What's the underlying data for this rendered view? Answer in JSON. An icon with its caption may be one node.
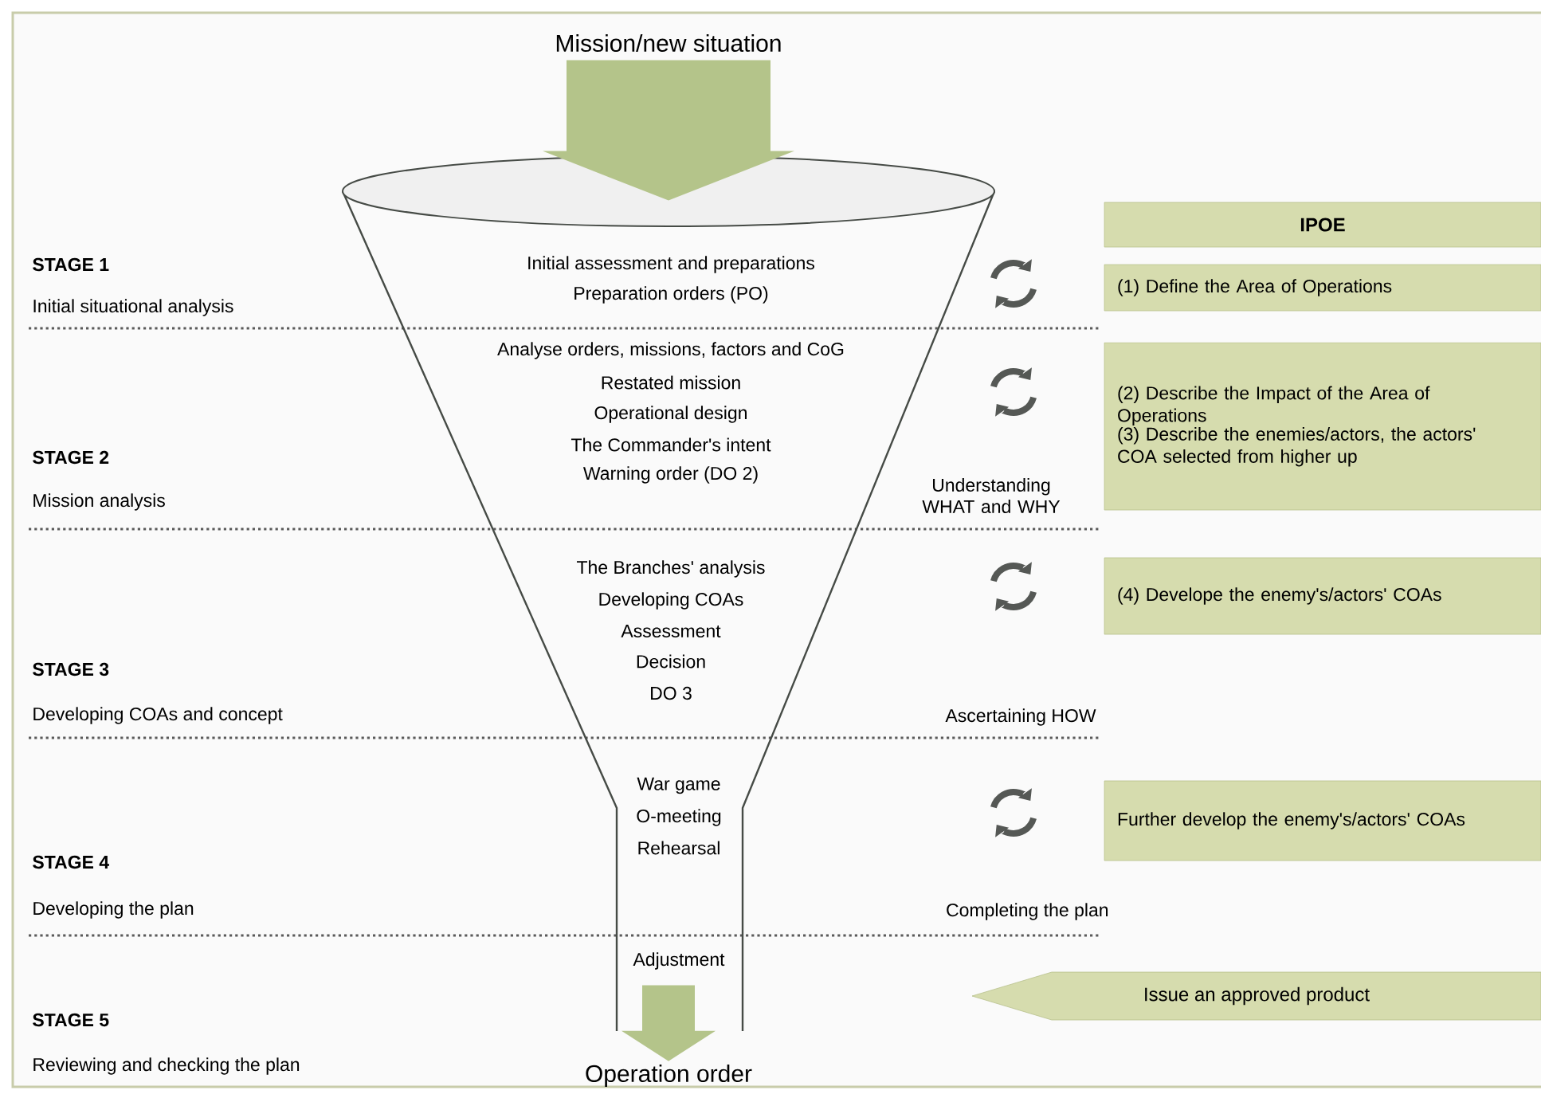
{
  "diagram": {
    "nodes": [
      {
        "text": [
          "Mission/new situation"
        ]
      },
      {
        "text": [
          "Initial assessment and preparations",
          "Preparation orders (PO)",
          "Analyse orders, missions, factors and CoG",
          "Restated mission",
          "Operational design",
          "The Commander's intent",
          "Warning order (DO 2)",
          "The Branches' analysis",
          "Developing COAs",
          "Assessment",
          "Decision",
          "DO 3",
          "War game",
          "O-meeting",
          "Rehearsal",
          "Adjustment"
        ]
      },
      {
        "text": [
          "IPOE"
        ]
      },
      {
        "text": [
          "(1) Define the Area of Operations"
        ]
      },
      {
        "text": [
          "(2) Describe the Impact of the Area of Operations",
          "(3) Describe the enemies/actors, the actors' COA selected from higher up"
        ]
      },
      {
        "text": [
          "(4) Develope the enemy's/actors' COAs"
        ]
      },
      {
        "text": [
          "Further develop the enemy's/actors' COAs"
        ]
      },
      {
        "text": [
          "Issue an approved product"
        ]
      },
      {
        "text": [
          "Operation order"
        ]
      }
    ],
    "edges": [
      {
        "from": 0,
        "to": 1,
        "arrow": "to",
        "style": "thick"
      },
      {
        "from": 1,
        "to": 8,
        "arrow": "to",
        "style": "thick"
      }
    ],
    "labels": [
      "STAGE 1",
      "Initial situational analysis",
      "STAGE 2",
      "Understanding WHAT and WHY",
      "Mission analysis",
      "STAGE 3",
      "Developing COAs and concept",
      "Ascertaining HOW",
      "STAGE 4",
      "Developing the plan",
      "Completing the plan",
      "STAGE 5",
      "Reviewing and checking the plan"
    ]
  }
}
